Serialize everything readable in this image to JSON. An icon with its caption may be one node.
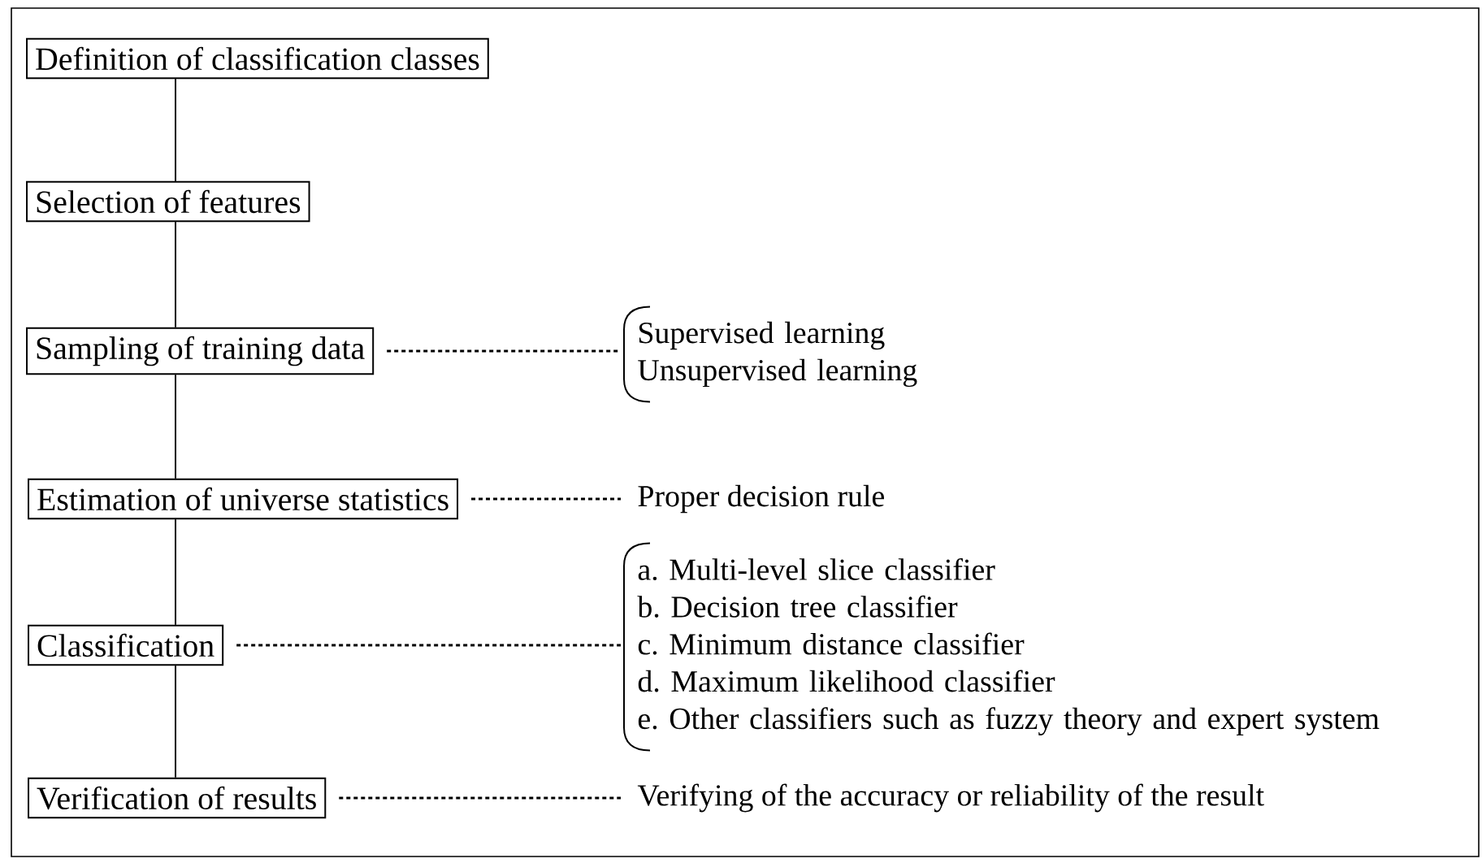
{
  "diagram": {
    "nodes": [
      {
        "text": [
          "Definition of classification classes"
        ]
      },
      {
        "text": [
          "Selection of features"
        ]
      },
      {
        "text": [
          "Sampling of training data"
        ]
      },
      {
        "text": [
          "Estimation of universe statistics"
        ]
      },
      {
        "text": [
          "Classification"
        ]
      },
      {
        "text": [
          "Verification of results"
        ]
      },
      {
        "text": [
          "Supervised learning",
          "Unsupervised learning"
        ]
      },
      {
        "text": [
          "Proper decision rule"
        ]
      },
      {
        "text": [
          "a. Multi-level slice classifier",
          "b. Decision tree classifier",
          "c. Minimum distance classifier",
          "d. Maximum likelihood classifier",
          "e. Other classifiers such as fuzzy theory and expert system"
        ]
      },
      {
        "text": [
          "Verifying of the accuracy or reliability of the result"
        ]
      }
    ],
    "edges": [
      {
        "from": 0,
        "to": 1,
        "arrow": "none"
      },
      {
        "from": 1,
        "to": 2,
        "arrow": "none"
      },
      {
        "from": 2,
        "to": 3,
        "arrow": "none"
      },
      {
        "from": 3,
        "to": 4,
        "arrow": "none"
      },
      {
        "from": 4,
        "to": 5,
        "arrow": "none"
      },
      {
        "from": 2,
        "to": 6,
        "arrow": "none",
        "style": "dashed"
      },
      {
        "from": 3,
        "to": 7,
        "arrow": "none",
        "style": "dashed"
      },
      {
        "from": 4,
        "to": 8,
        "arrow": "none",
        "style": "dashed"
      },
      {
        "from": 5,
        "to": 9,
        "arrow": "none",
        "style": "dashed"
      }
    ]
  }
}
